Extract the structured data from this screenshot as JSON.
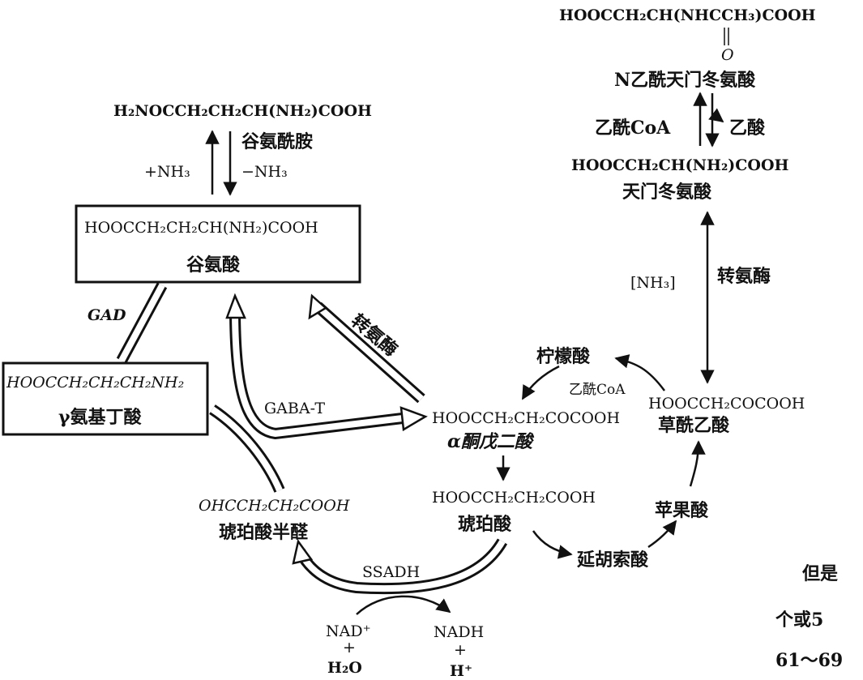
{
  "colors": {
    "ink": "#111111",
    "paper": "#ffffff"
  },
  "n_acetyl_aspartate": {
    "formula": "HOOCCH₂CH(NHCCH₃)COOH",
    "carbonyl_o": "O",
    "name": "N乙酰天门冬氨酸"
  },
  "acetylation": {
    "cofactor_in": "乙酰CoA",
    "product_out": "乙酸"
  },
  "aspartate": {
    "formula": "HOOCCH₂CH(NH₂)COOH",
    "name": "天门冬氨酸"
  },
  "aspartate_transamination": {
    "nh3": "[NH₃]",
    "enzyme": "转氨酶"
  },
  "glutamine": {
    "formula": "H₂NOCCH₂CH₂CH(NH₂)COOH",
    "name": "谷氨酰胺",
    "plus_nh3": "+NH₃",
    "minus_nh3": "−NH₃"
  },
  "glutamate": {
    "formula": "HOOCCH₂CH₂CH(NH₂)COOH",
    "name": "谷氨酸"
  },
  "gad": {
    "label": "GAD"
  },
  "gaba": {
    "formula": "HOOCCH₂CH₂CH₂NH₂",
    "name": "γ氨基丁酸"
  },
  "gaba_t": {
    "label": "GABA-T"
  },
  "transaminase": {
    "label": "转氨酶"
  },
  "citrate": {
    "name": "柠檬酸"
  },
  "acetyl_coa": {
    "label": "乙酰CoA"
  },
  "oxaloacetate": {
    "formula": "HOOCCH₂COCOOH",
    "name": "草酰乙酸"
  },
  "alpha_kg": {
    "formula": "HOOCCH₂CH₂COCOOH",
    "name": "α酮戊二酸"
  },
  "ssa": {
    "formula": "OHCCH₂CH₂COOH",
    "name": "琥珀酸半醛"
  },
  "succinate": {
    "formula": "HOOCCH₂CH₂COOH",
    "name": "琥珀酸"
  },
  "fumarate": {
    "name": "延胡索酸"
  },
  "malate": {
    "name": "苹果酸"
  },
  "ssadh": {
    "label": "SSADH",
    "nad": "NAD⁺",
    "plus1": "+",
    "h2o": "H₂O",
    "nadh": "NADH",
    "plus2": "+",
    "hplus": "H⁺"
  },
  "margin_text": {
    "line1": "但是",
    "line2": "个或5",
    "line3": "61～69"
  }
}
